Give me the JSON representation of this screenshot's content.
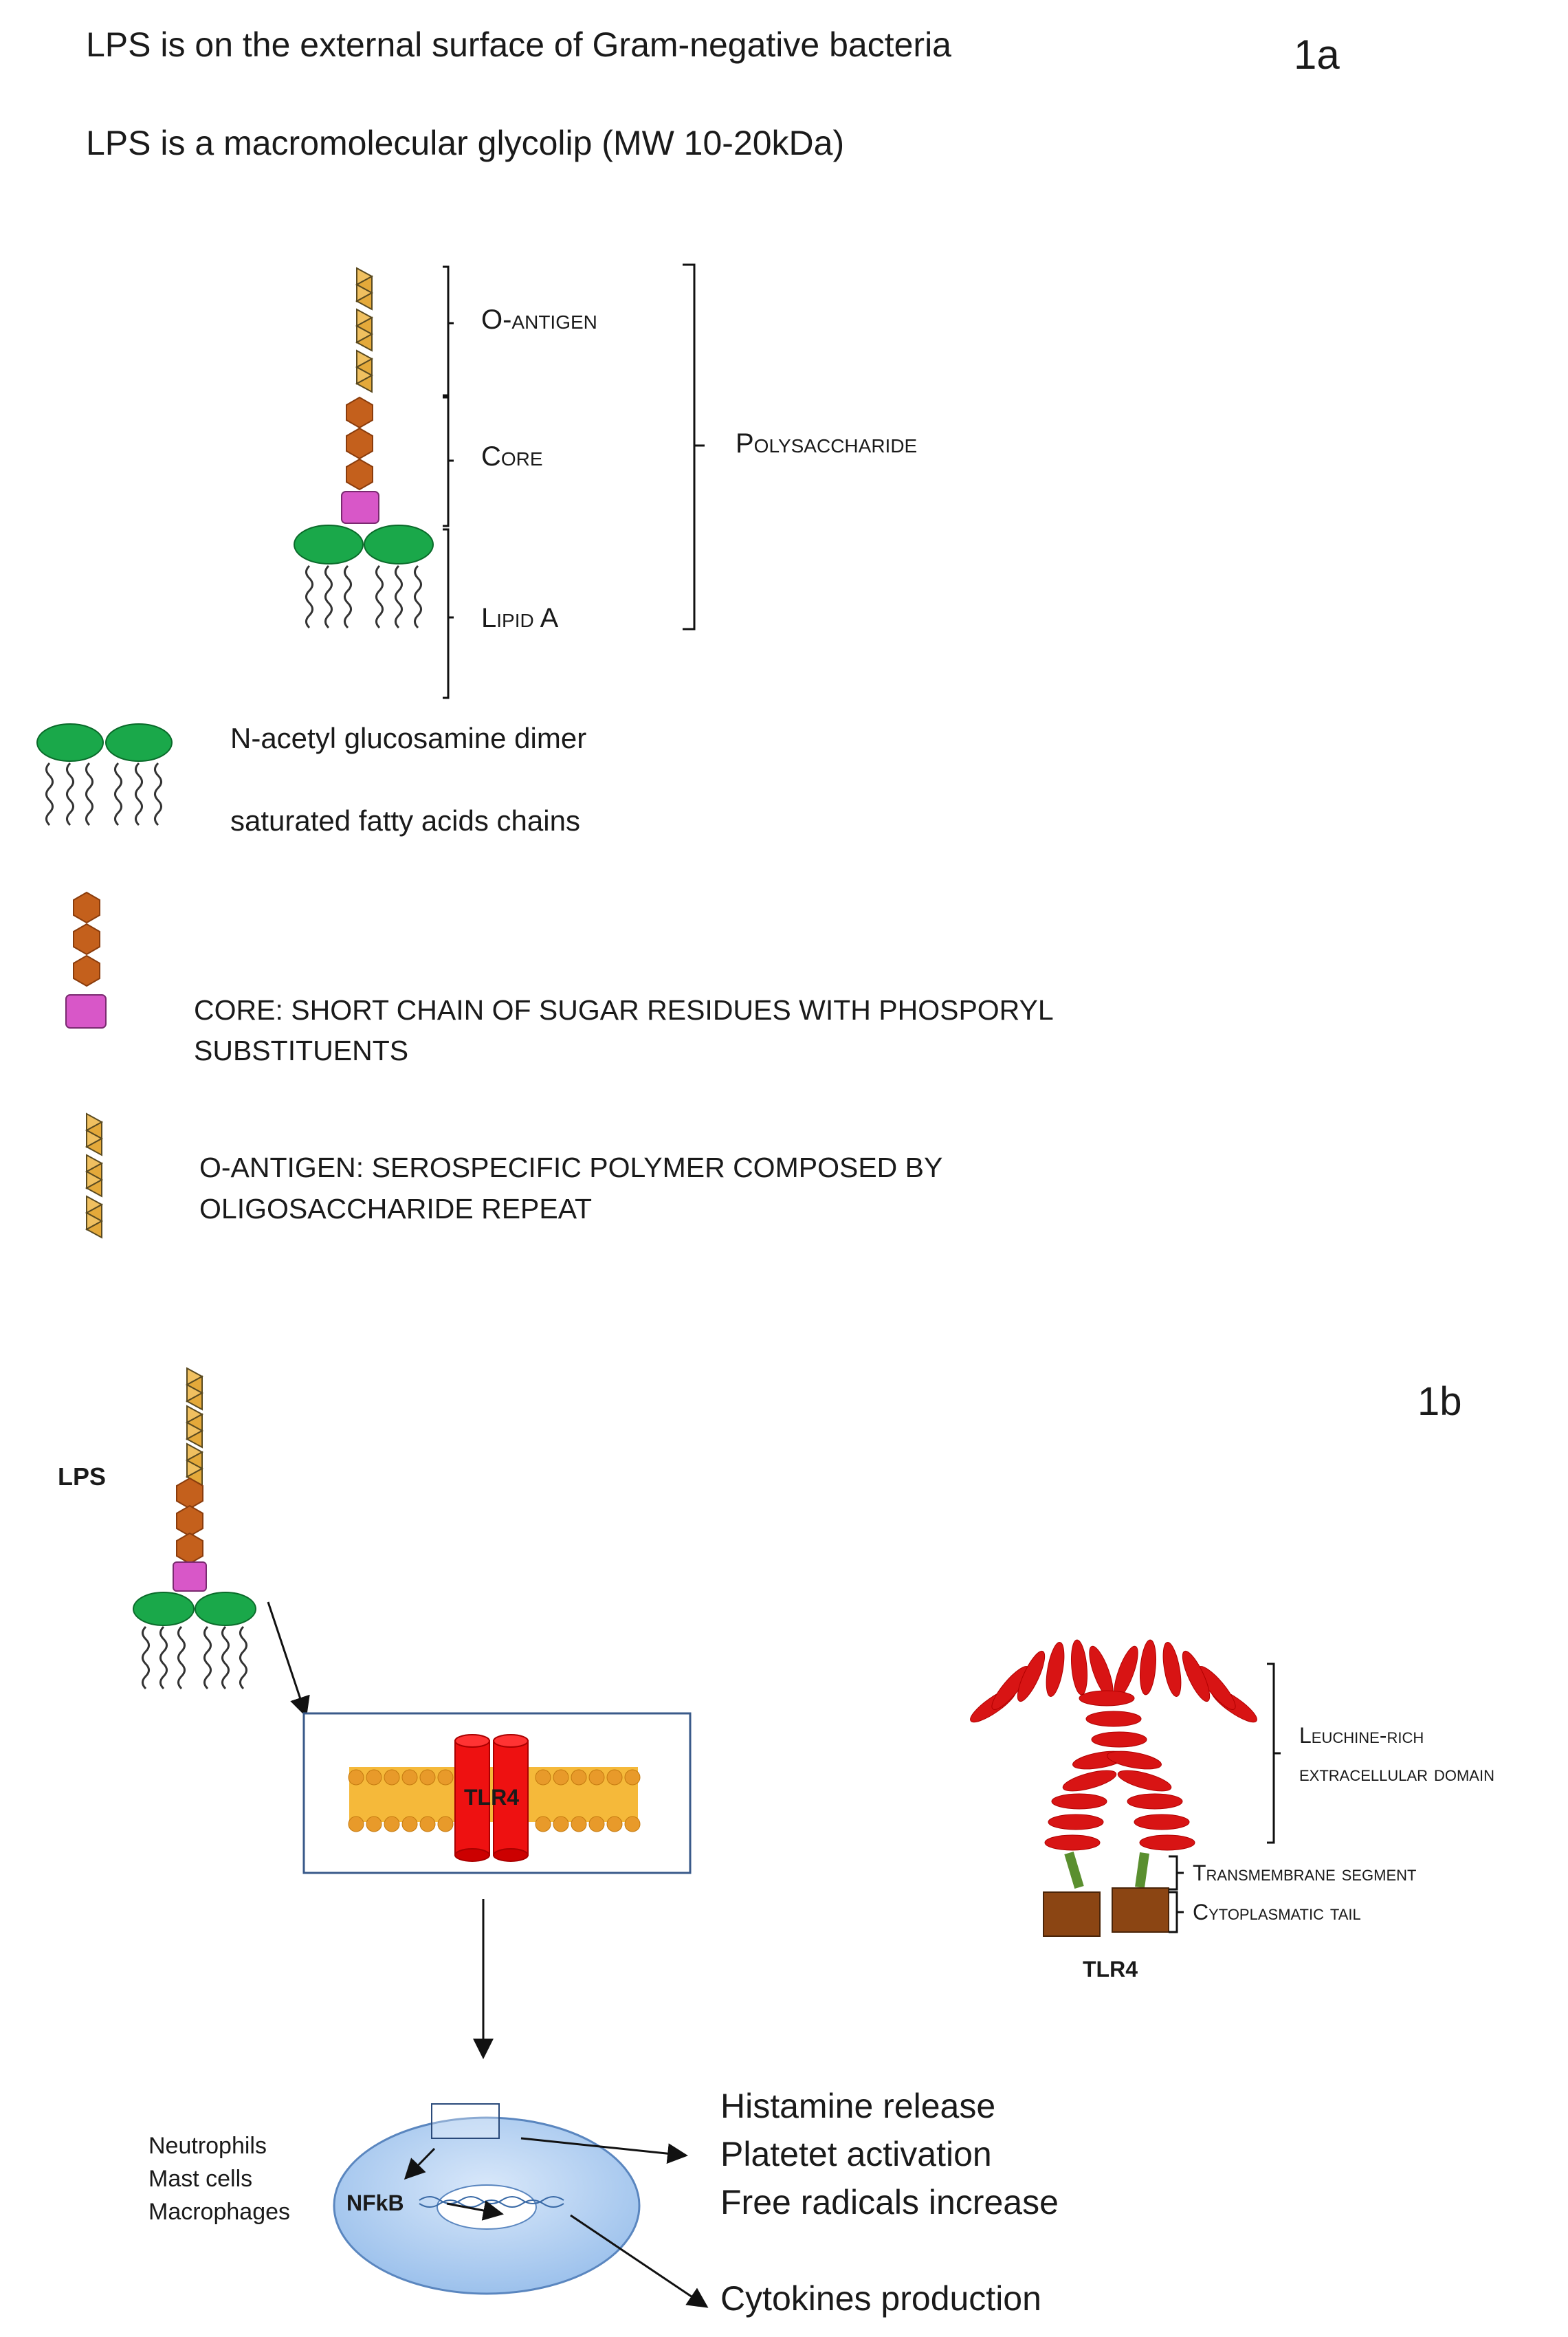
{
  "panel_1a": {
    "label": "1a",
    "statements": [
      "LPS is on the external surface of Gram-negative bacteria",
      "LPS is a macromolecular glycolip (MW 10-20kDa)"
    ],
    "structure_labels": {
      "o_antigen": "O-antigen",
      "core": "Core",
      "lipid_a": "Lipid A",
      "polysaccharide": "Polysaccharide"
    },
    "legend": {
      "lipid_a_line1": "N-acetyl glucosamine dimer",
      "lipid_a_line2": "saturated fatty acids chains",
      "core_line1": "CORE: SHORT CHAIN OF SUGAR  RESIDUES WITH PHOSPORYL",
      "core_line2": "SUBSTITUENTS",
      "oantigen_line1": "O-ANTIGEN: SEROSPECIFIC POLYMER COMPOSED BY",
      "oantigen_line2": "OLIGOSACCHARIDE REPEAT"
    }
  },
  "panel_1b": {
    "label": "1b",
    "lps_label": "LPS",
    "receptor_label": "TLR4",
    "tlr4_caption": "TLR4",
    "domains": {
      "lrr_line1": "Leuchine-rich",
      "lrr_line2": "extracellular domain",
      "transmembrane": "Transmembrane segment",
      "cytoplasmic": "Cytoplasmatic tail"
    },
    "cell_types": [
      "Neutrophils",
      "Mast cells",
      "Macrophages"
    ],
    "nfkb_label": "NFkB",
    "effects": [
      "Histamine release",
      "Platetet activation",
      "Free radicals increase"
    ],
    "cytokines": "Cytokines production"
  },
  "colors": {
    "sugar_hexagon": "#c4601c",
    "phosphate_square": "#d857c8",
    "glucosamine": "#1aa84a",
    "o_antigen": "#f0c060",
    "membrane": "#f5b93a",
    "tlr4": "#ee1111",
    "cell": "#a9cbef",
    "cytoplasmic_tail": "#8b4513",
    "transmembrane": "#5a8f2f"
  }
}
